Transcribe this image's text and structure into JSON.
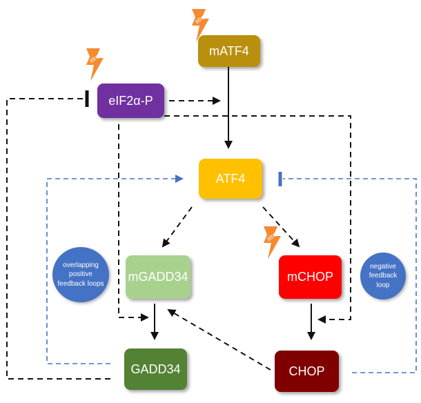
{
  "nodes": {
    "matf4": {
      "label": "mATF4",
      "color": "#b8900e"
    },
    "eif2a": {
      "label": "eIF2α-P",
      "color": "#7030a0"
    },
    "atf4": {
      "label": "ATF4",
      "color": "#ffc000"
    },
    "mgadd34": {
      "label": "mGADD34",
      "color": "#a9d18e"
    },
    "mchop": {
      "label": "mCHOP",
      "color": "#ff0000"
    },
    "gadd34": {
      "label": "GADD34",
      "color": "#548235"
    },
    "chop": {
      "label": "CHOP",
      "color": "#800000"
    }
  },
  "annotations": {
    "positive_loops": {
      "text": "overlapping positive feedback loops",
      "color": "#4472c4"
    },
    "negative_loop": {
      "text": "negative feedback loop",
      "color": "#4472c4"
    }
  },
  "stress_label": "stre",
  "colors": {
    "black_edge": "#111111",
    "blue_edge": "#4472c4",
    "bolt": "#f58a30"
  }
}
